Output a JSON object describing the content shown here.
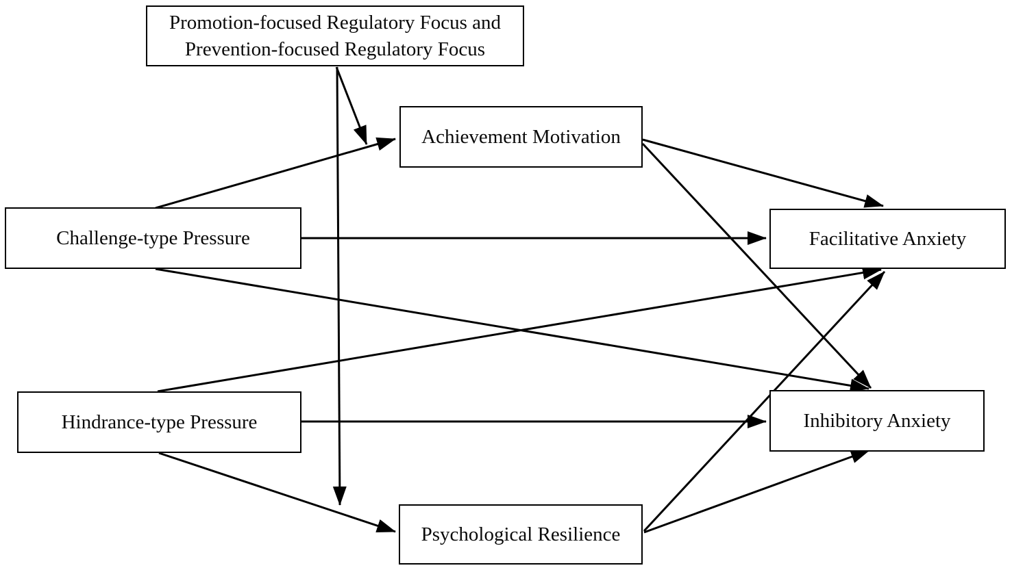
{
  "diagram": {
    "type": "path-model",
    "background_color": "#ffffff",
    "line_color": "#000000",
    "box_border_color": "#000000",
    "box_fill_color": "#ffffff",
    "text_color": "#0a0a0a",
    "nodes": {
      "regulatory_focus": {
        "lines": [
          "Promotion-focused Regulatory Focus and",
          "Prevention-focused Regulatory Focus"
        ],
        "role": "moderator"
      },
      "challenge_pressure": {
        "label": "Challenge-type Pressure",
        "role": "predictor"
      },
      "hindrance_pressure": {
        "label": "Hindrance-type Pressure",
        "role": "predictor"
      },
      "achievement_motivation": {
        "label": "Achievement Motivation",
        "role": "mediator"
      },
      "psychological_resilience": {
        "label": "Psychological Resilience",
        "role": "mediator"
      },
      "facilitative_anxiety": {
        "label": "Facilitative Anxiety",
        "role": "outcome"
      },
      "inhibitory_anxiety": {
        "label": "Inhibitory Anxiety",
        "role": "outcome"
      }
    },
    "edges": [
      {
        "from": "challenge_pressure",
        "to": "achievement_motivation",
        "type": "direct"
      },
      {
        "from": "challenge_pressure",
        "to": "facilitative_anxiety",
        "type": "direct"
      },
      {
        "from": "challenge_pressure",
        "to": "inhibitory_anxiety",
        "type": "direct"
      },
      {
        "from": "hindrance_pressure",
        "to": "facilitative_anxiety",
        "type": "direct"
      },
      {
        "from": "hindrance_pressure",
        "to": "inhibitory_anxiety",
        "type": "direct"
      },
      {
        "from": "hindrance_pressure",
        "to": "psychological_resilience",
        "type": "direct"
      },
      {
        "from": "achievement_motivation",
        "to": "facilitative_anxiety",
        "type": "direct"
      },
      {
        "from": "achievement_motivation",
        "to": "inhibitory_anxiety",
        "type": "direct"
      },
      {
        "from": "psychological_resilience",
        "to": "facilitative_anxiety",
        "type": "direct"
      },
      {
        "from": "psychological_resilience",
        "to": "inhibitory_anxiety",
        "type": "direct"
      },
      {
        "from": "regulatory_focus",
        "to": "path: challenge_pressure -> achievement_motivation",
        "type": "moderation"
      },
      {
        "from": "regulatory_focus",
        "to": "path: hindrance_pressure -> psychological_resilience",
        "type": "moderation"
      }
    ]
  }
}
